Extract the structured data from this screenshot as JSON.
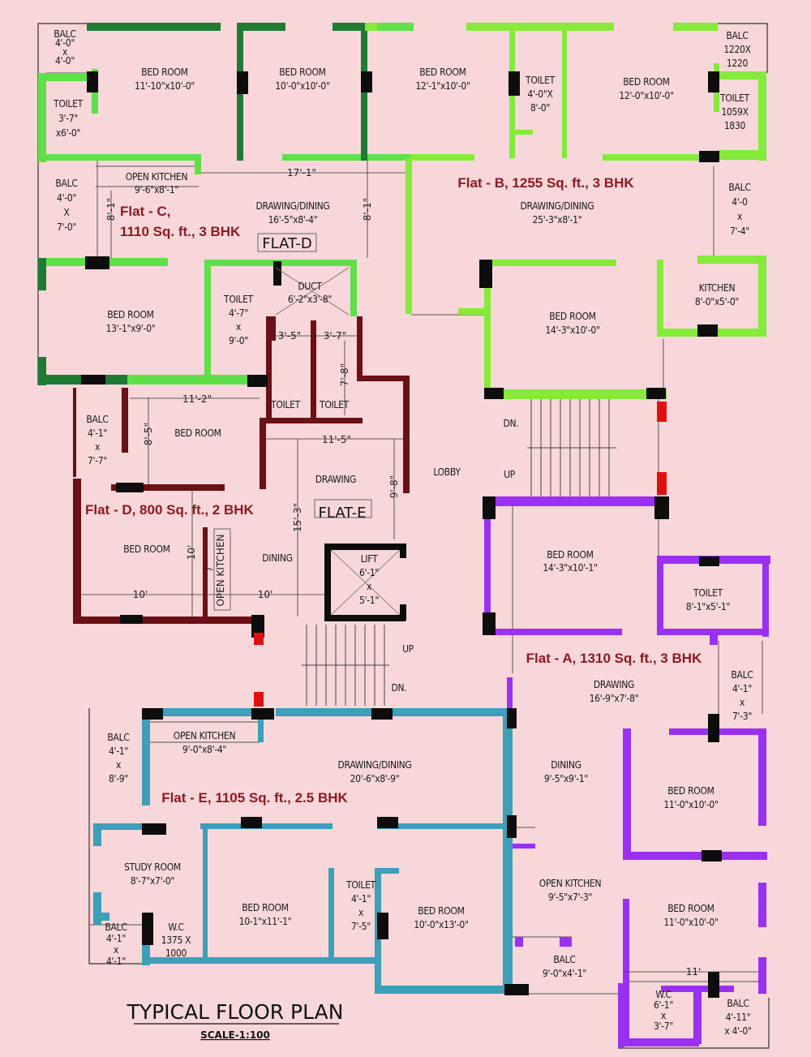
{
  "title": "TYPICAL FLOOR PLAN",
  "scale": "SCALE-1:100",
  "colors": {
    "background": "#f7d7d9",
    "flat_c_dark": "#1f7a33",
    "flat_c_light": "#5fe04a",
    "flat_b": "#86ea3a",
    "flat_d": "#6b1015",
    "flat_a": "#9b30f2",
    "flat_e": "#3d9fb8",
    "column": "#0d0d0d",
    "window_red": "#e01010",
    "flat_label": "#8b1a24"
  },
  "flats": [
    {
      "id": "C",
      "lines": [
        "Flat - C,",
        "1110 Sq. ft., 3 BHK"
      ]
    },
    {
      "id": "B",
      "lines": [
        "Flat - B, 1255 Sq. ft., 3 BHK"
      ]
    },
    {
      "id": "D",
      "lines": [
        "Flat - D, 800 Sq. ft., 2 BHK"
      ]
    },
    {
      "id": "A",
      "lines": [
        "Flat - A, 1310 Sq. ft., 3 BHK"
      ]
    },
    {
      "id": "E",
      "lines": [
        "Flat - E, 1105 Sq. ft., 2.5 BHK"
      ]
    }
  ],
  "tags": [
    "FLAT-D",
    "FLAT-E"
  ],
  "labels": [
    {
      "lines": [
        "BALC",
        "4'-0\"",
        "x",
        "4'-0\""
      ]
    },
    {
      "lines": [
        "BED ROOM",
        "11'-10\"x10'-0\""
      ]
    },
    {
      "lines": [
        "BED ROOM",
        "10'-0\"x10'-0\""
      ]
    },
    {
      "lines": [
        "BED ROOM",
        "12'-1\"x10'-0\""
      ]
    },
    {
      "lines": [
        "TOILET",
        "4'-0\"X",
        "8'-0\""
      ]
    },
    {
      "lines": [
        "BED ROOM",
        "12'-0\"x10'-0\""
      ]
    },
    {
      "lines": [
        "BALC",
        "1220X",
        "1220"
      ]
    },
    {
      "lines": [
        "TOILET",
        "1059X",
        "1830"
      ]
    },
    {
      "lines": [
        "TOILET",
        "3'-7\"",
        "x6'-0\""
      ]
    },
    {
      "lines": [
        "OPEN KITCHEN",
        "9'-6\"x8'-1\""
      ]
    },
    {
      "lines": [
        "BALC",
        "4'-0\"",
        "X",
        "7'-0\""
      ]
    },
    {
      "lines": [
        "DRAWING/DINING",
        "16'-5\"x8'-4\""
      ]
    },
    {
      "lines": [
        "DRAWING/DINING",
        "25'-3\"x8'-1\""
      ]
    },
    {
      "lines": [
        "BALC",
        "4'-0",
        "x",
        "7'-4\""
      ]
    },
    {
      "lines": [
        "KITCHEN",
        "8'-0\"x5'-0\""
      ]
    },
    {
      "lines": [
        "BED ROOM",
        "13'-1\"x9'-0\""
      ]
    },
    {
      "lines": [
        "TOILET",
        "4'-7\"",
        "x",
        "9'-0\""
      ]
    },
    {
      "lines": [
        "DUCT",
        "6'-2\"x3'-8\""
      ]
    },
    {
      "lines": [
        "BED ROOM",
        "14'-3\"x10'-0\""
      ]
    },
    {
      "lines": [
        "TOILET"
      ]
    },
    {
      "lines": [
        "TOILET"
      ]
    },
    {
      "lines": [
        "BALC",
        "4'-1\"",
        "x",
        "7'-7\""
      ]
    },
    {
      "lines": [
        "BED ROOM"
      ]
    },
    {
      "lines": [
        "DRAWING"
      ]
    },
    {
      "lines": [
        "LOBBY"
      ]
    },
    {
      "lines": [
        "BED ROOM"
      ]
    },
    {
      "lines": [
        "DINING"
      ]
    },
    {
      "lines": [
        "LIFT",
        "6'-1\"",
        "x",
        "5'-1\""
      ]
    },
    {
      "lines": [
        "BED ROOM",
        "14'-3\"x10'-1\""
      ]
    },
    {
      "lines": [
        "TOILET",
        "8'-1\"x5'-1\""
      ]
    },
    {
      "lines": [
        "BALC",
        "4'-1\"",
        "x",
        "7'-3\""
      ]
    },
    {
      "lines": [
        "DRAWING",
        "16'-9\"x7'-8\""
      ]
    },
    {
      "lines": [
        "BALC",
        "4'-1\"",
        "x",
        "8'-9\""
      ]
    },
    {
      "lines": [
        "OPEN KITCHEN",
        "9'-0\"x8'-4\""
      ]
    },
    {
      "lines": [
        "DRAWING/DINING",
        "20'-6\"x8'-9\""
      ]
    },
    {
      "lines": [
        "DINING",
        "9'-5\"x9'-1\""
      ]
    },
    {
      "lines": [
        "BED ROOM",
        "11'-0\"x10'-0\""
      ]
    },
    {
      "lines": [
        "STUDY ROOM",
        "8'-7\"x7'-0\""
      ]
    },
    {
      "lines": [
        "OPEN KITCHEN",
        "9'-5\"x7'-3\""
      ]
    },
    {
      "lines": [
        "BED ROOM",
        "11'-0\"x10'-0\""
      ]
    },
    {
      "lines": [
        "TOILET",
        "4'-1\"",
        "x",
        "7'-5\""
      ]
    },
    {
      "lines": [
        "BED ROOM",
        "10-1\"x11'-1\""
      ]
    },
    {
      "lines": [
        "BED ROOM",
        "10'-0\"x13'-0\""
      ]
    },
    {
      "lines": [
        "BALC",
        "4'-1\"",
        "x",
        "4'-1\""
      ]
    },
    {
      "lines": [
        "W.C",
        "1375 X",
        "1000"
      ]
    },
    {
      "lines": [
        "BALC",
        "9'-0\"x4'-1\""
      ]
    },
    {
      "lines": [
        "W.C",
        "6'-1\"",
        "x",
        "3'-7\""
      ]
    },
    {
      "lines": [
        "BALC",
        "4'-11\"",
        "x 4'-0\""
      ]
    }
  ],
  "dimensions": [
    "17'-1\"",
    "8'-1\"",
    "8'-1\"",
    "3'-5\"",
    "3'-7\"",
    "7'-8\"",
    "11'-2\"",
    "8'-5\"",
    "11'-5\"",
    "9'-8\"",
    "15'-3\"",
    "10'",
    "10'",
    "10'",
    "11'",
    "OPEN KITCHEN",
    "7'"
  ],
  "stairs": [
    "DN.",
    "UP",
    "UP",
    "DN."
  ]
}
